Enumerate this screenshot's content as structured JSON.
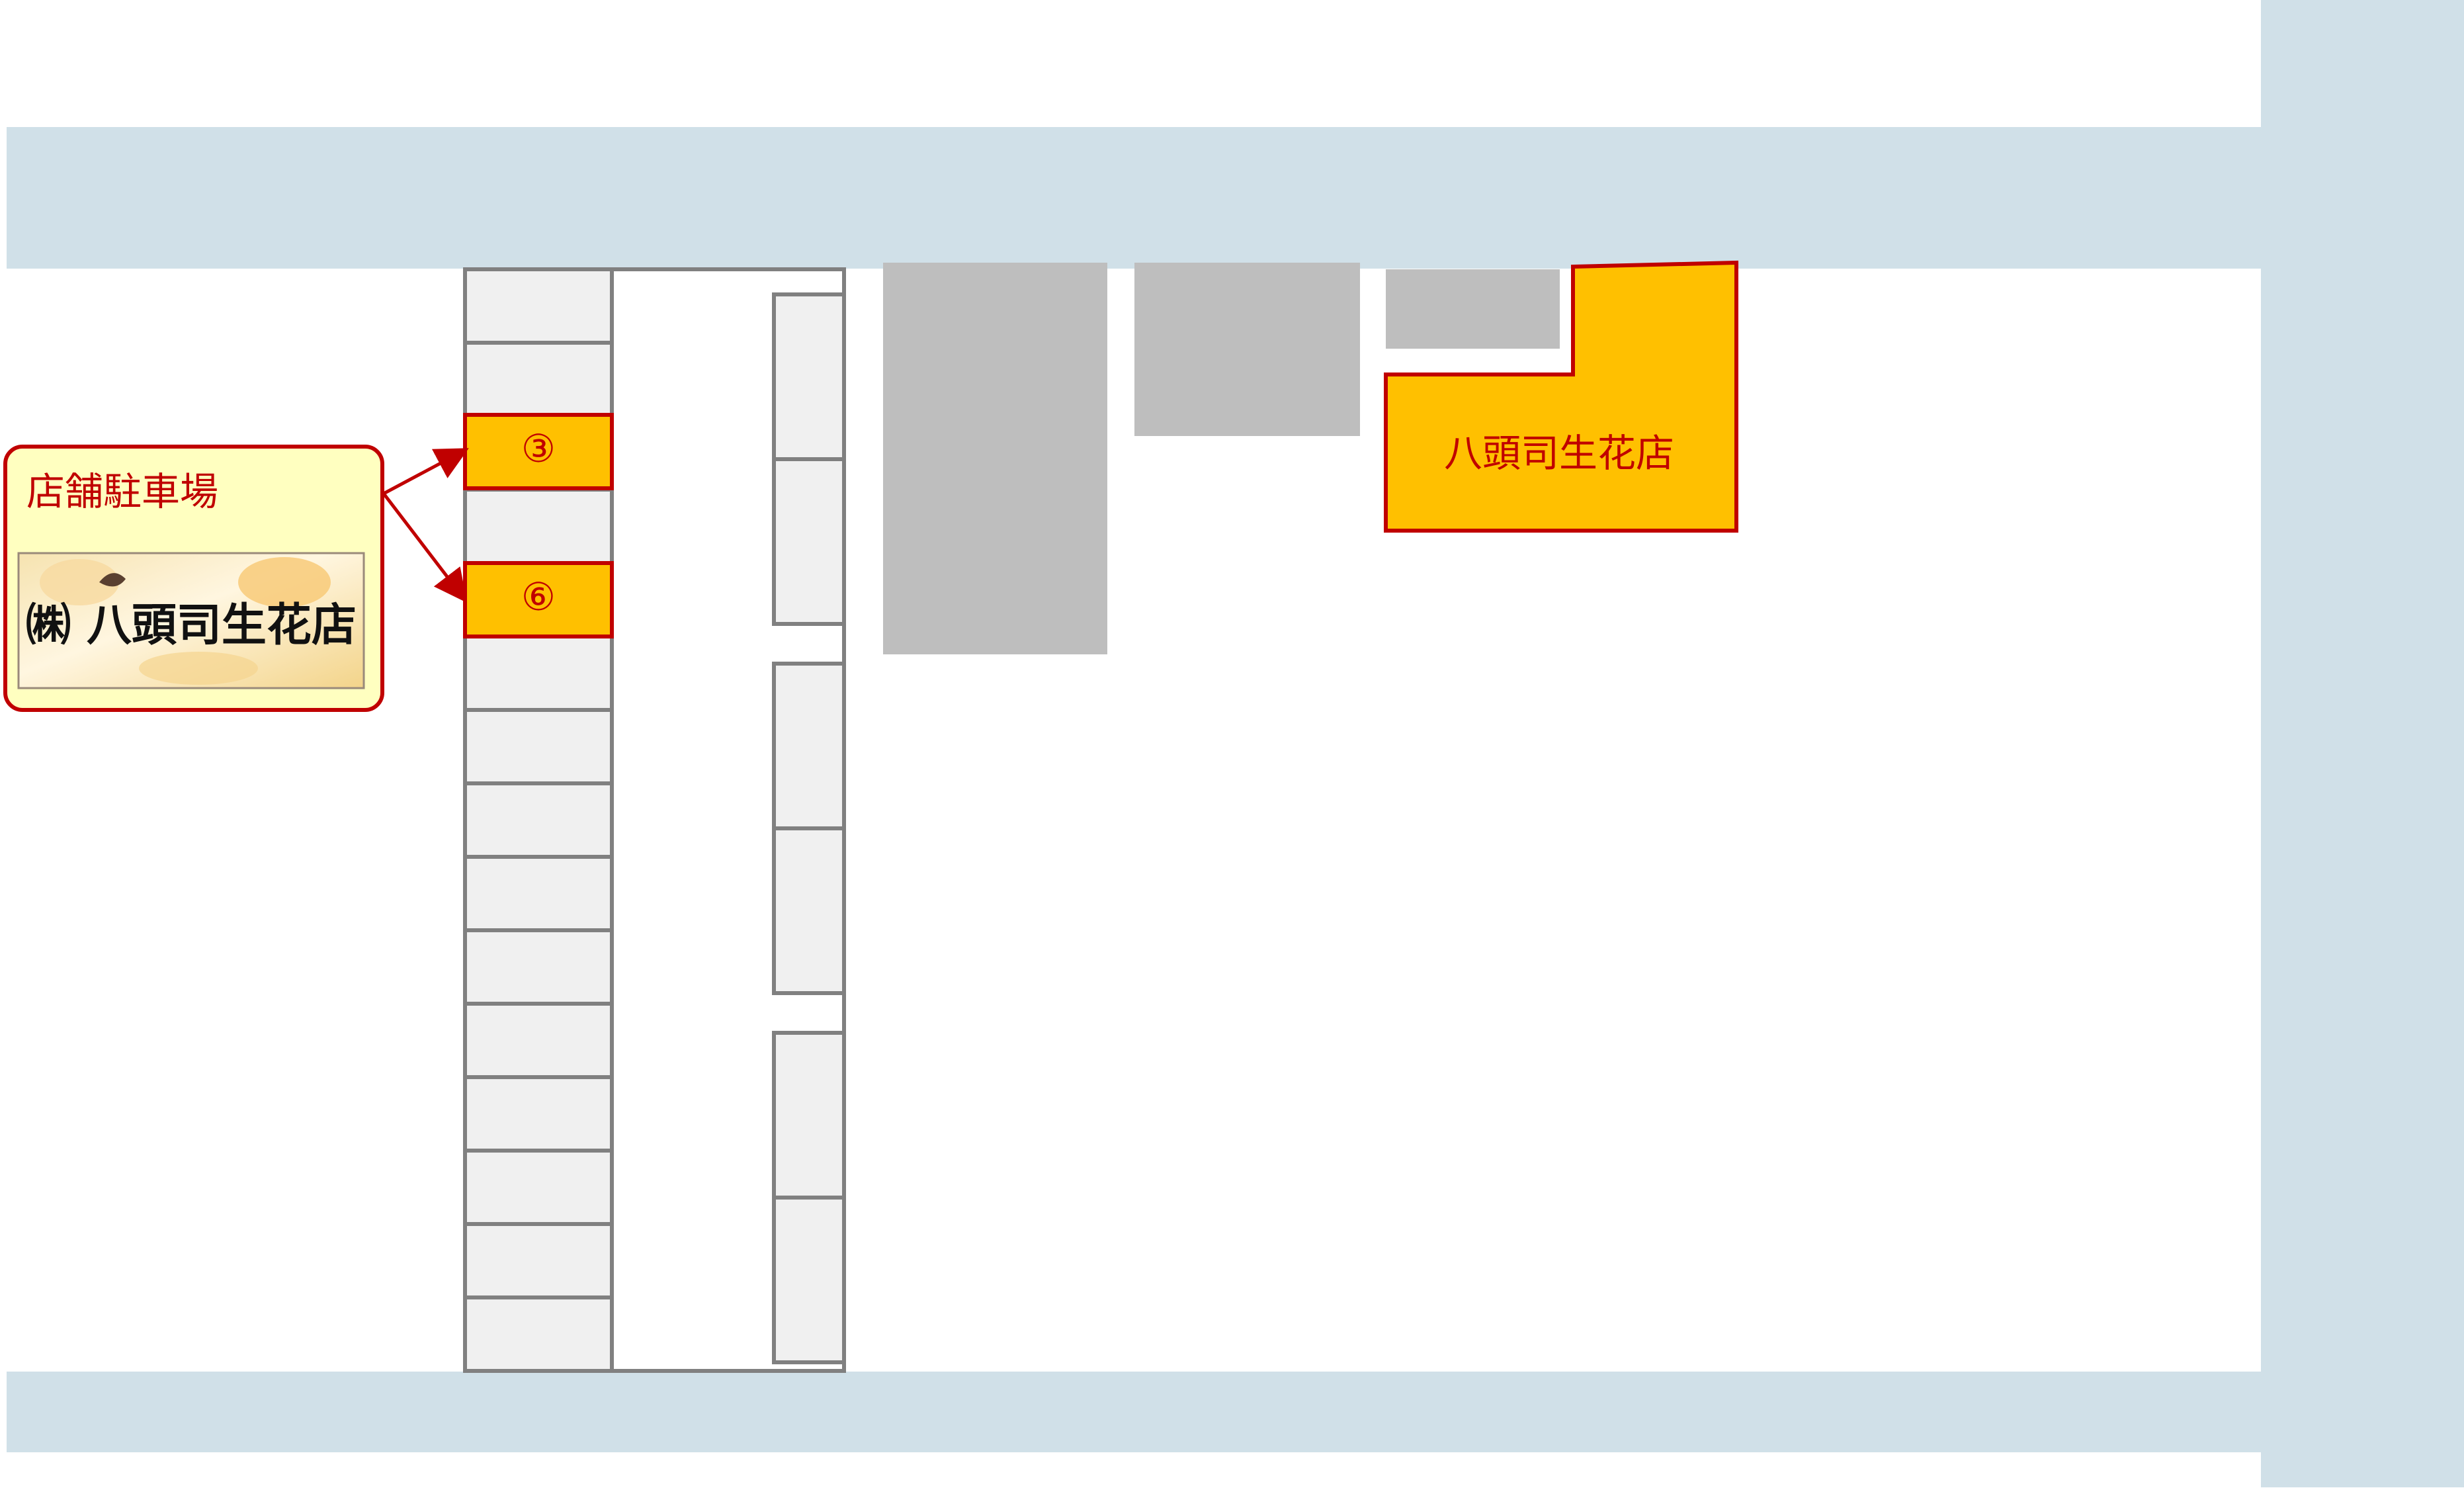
{
  "colors": {
    "road": "#d0e0e8",
    "building_gray": "#bebebe",
    "highlight_fill": "#ffc000",
    "highlight_border": "#c00000",
    "label_text": "#c00000",
    "callout_fill": "#ffffc0",
    "lot_line": "#808080",
    "lot_fill": "#f0f0f0"
  },
  "store": {
    "name": "八頭司生花店"
  },
  "callout": {
    "title": "店舗駐車場",
    "sign_text": "㈱ 八頭司生花店"
  },
  "parking": {
    "highlighted_spaces": [
      {
        "label": "③"
      },
      {
        "label": "⑥"
      }
    ]
  }
}
